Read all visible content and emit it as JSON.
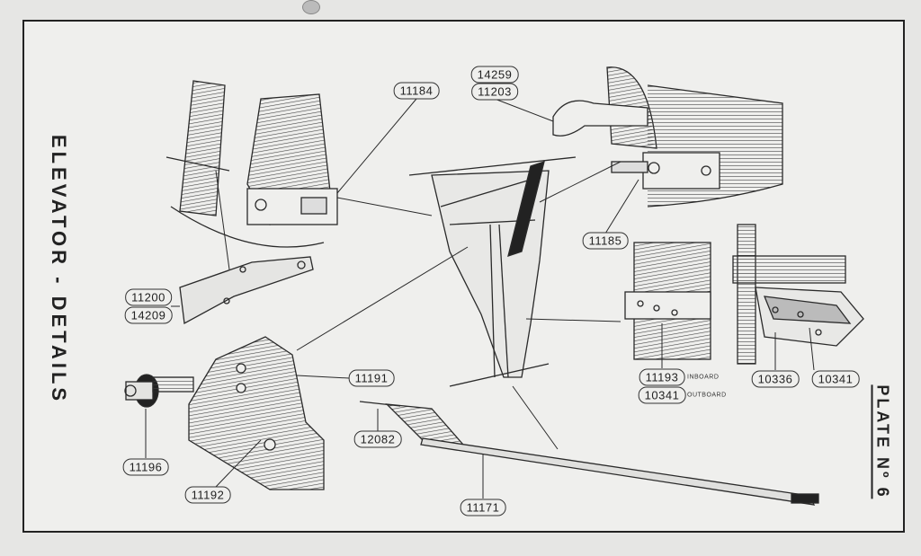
{
  "title": "ELEVATOR - DETAILS",
  "plate": "PLATE Nº 6",
  "labels": [
    {
      "part": "11184"
    },
    {
      "part": "14259"
    },
    {
      "part": "11203"
    },
    {
      "part": "11185"
    },
    {
      "part": "11200"
    },
    {
      "part": "14209"
    },
    {
      "part": "11191"
    },
    {
      "part": "11196"
    },
    {
      "part": "11192"
    },
    {
      "part": "12082"
    },
    {
      "part": "11171"
    },
    {
      "part": "11193",
      "note": "INBOARD"
    },
    {
      "part": "10341",
      "note": "OUTBOARD"
    },
    {
      "part": "10336"
    },
    {
      "part": "10341"
    }
  ]
}
